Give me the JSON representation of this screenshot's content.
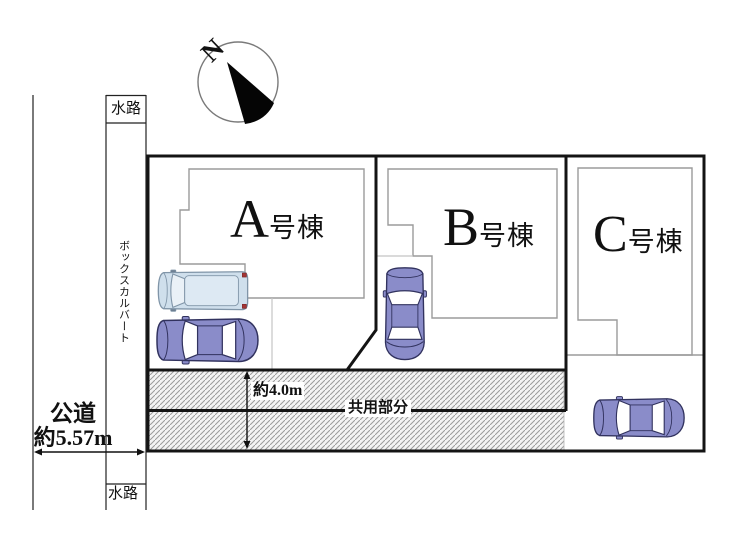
{
  "plan": {
    "compass": {
      "label": "N"
    },
    "waterways": {
      "top": "水路",
      "bottom": "水路"
    },
    "culvert": {
      "label": "ボックスカルバート"
    },
    "road": {
      "name": "公道",
      "width": "約5.57m"
    },
    "shared_area": {
      "label": "共用部分"
    },
    "driveway": {
      "width": "約4.0m"
    },
    "buildings": [
      {
        "letter": "A",
        "suffix": "号棟"
      },
      {
        "letter": "B",
        "suffix": "号棟"
      },
      {
        "letter": "C",
        "suffix": "号棟"
      }
    ]
  },
  "colors": {
    "border": "#141414",
    "thin_line": "#222222",
    "building_outline": "#9b9b9b",
    "hatch_line": "#9b9b9b",
    "hatch_bg": "#f4f4f4",
    "car_purple": "#8a8cc9",
    "car_purple_dark": "#31325e",
    "car_blue": "#cfdfec",
    "car_blue_dark": "#8095a8",
    "car_tail_red": "#a53434"
  }
}
